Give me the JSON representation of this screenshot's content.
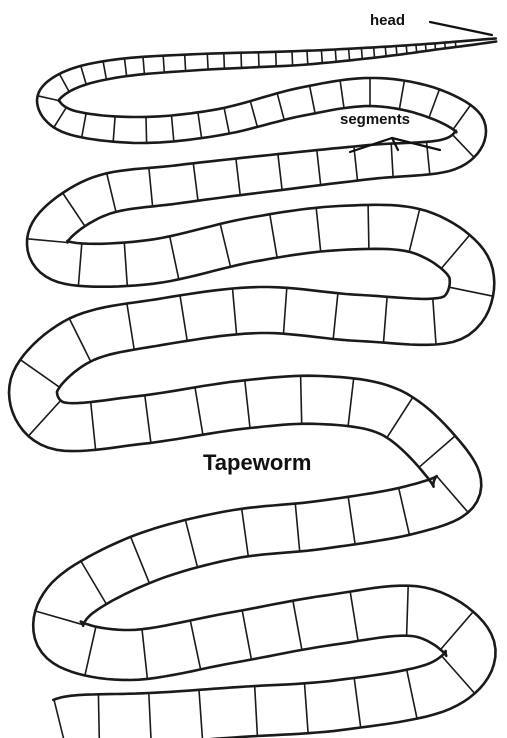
{
  "labels": {
    "head": "head",
    "segments": "segments",
    "title": "Tapeworm"
  },
  "colors": {
    "ink": "#1a1a1a",
    "background": "#ffffff"
  }
}
